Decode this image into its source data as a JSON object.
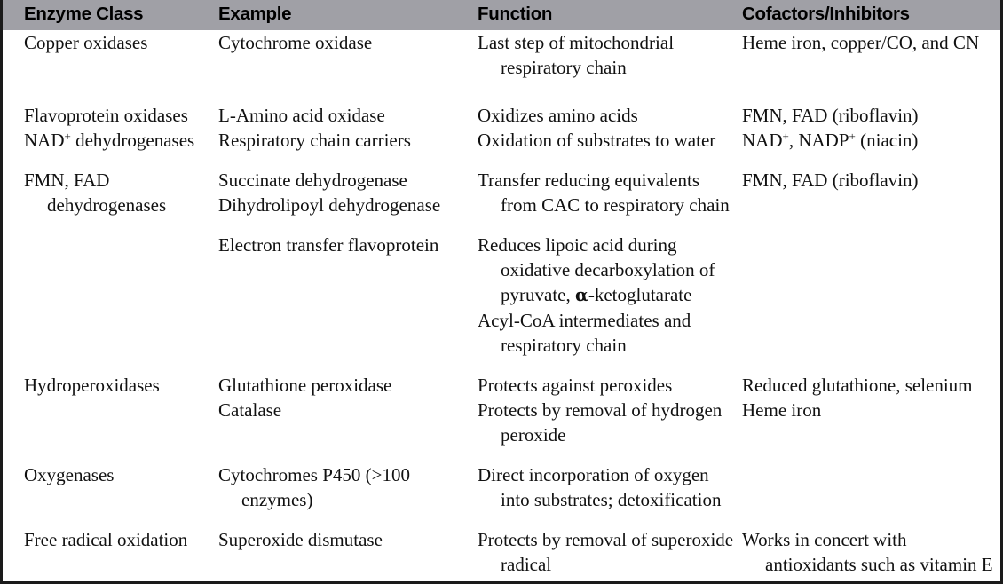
{
  "figure": {
    "type": "table",
    "header_background": "#a0a0a6",
    "text_color": "#111111",
    "columns": [
      {
        "key": "enzyme_class",
        "label": "Enzyme Class"
      },
      {
        "key": "example",
        "label": "Example"
      },
      {
        "key": "function",
        "label": "Function"
      },
      {
        "key": "cofactors",
        "label": "Cofactors/Inhibitors"
      }
    ]
  },
  "rows": [
    {
      "enzyme_class": [
        "Copper oxidases"
      ],
      "example": [
        "Cytochrome oxidase"
      ],
      "function": [
        "Last step of mitochondrial respiratory chain"
      ],
      "cofactors": [
        "Heme iron, copper/CO, and CN"
      ]
    },
    {
      "enzyme_class": [
        "Flavoprotein oxidases",
        "NAD+ dehydrogenases"
      ],
      "example": [
        "L-Amino acid oxidase",
        "Respiratory chain carriers"
      ],
      "function": [
        "Oxidizes amino acids",
        "Oxidation of substrates to water"
      ],
      "cofactors": [
        "FMN, FAD (riboflavin)",
        "NAD+, NADP+ (niacin)"
      ]
    },
    {
      "enzyme_class": [
        "FMN, FAD dehydrogenases"
      ],
      "example": [
        "Succinate dehydrogenase",
        "Dihydrolipoyl dehydrogenase"
      ],
      "function": [
        "Transfer reducing equivalents from CAC to respiratory chain"
      ],
      "cofactors": [
        "FMN, FAD (riboflavin)"
      ]
    },
    {
      "enzyme_class": [],
      "example": [
        "Electron transfer flavoprotein"
      ],
      "function": [
        "Reduces lipoic acid during oxidative decarboxylation of pyruvate, α-ketoglutarate",
        "Acyl-CoA intermediates and respiratory chain"
      ],
      "cofactors": []
    },
    {
      "enzyme_class": [
        "Hydroperoxidases"
      ],
      "example": [
        "Glutathione peroxidase",
        "Catalase"
      ],
      "function": [
        "Protects against peroxides",
        "Protects by removal of hydrogen peroxide"
      ],
      "cofactors": [
        "Reduced glutathione, selenium",
        "Heme iron"
      ]
    },
    {
      "enzyme_class": [
        "Oxygenases"
      ],
      "example": [
        "Cytochromes P450 (>100 enzymes)"
      ],
      "function": [
        "Direct incorporation of oxygen into substrates; detoxification"
      ],
      "cofactors": []
    },
    {
      "enzyme_class": [
        "Free radical oxidation"
      ],
      "example": [
        "Superoxide dismutase"
      ],
      "function": [
        "Protects by removal of superoxide radical"
      ],
      "cofactors": [
        "Works in concert with antioxidants such as vitamin E"
      ]
    }
  ]
}
